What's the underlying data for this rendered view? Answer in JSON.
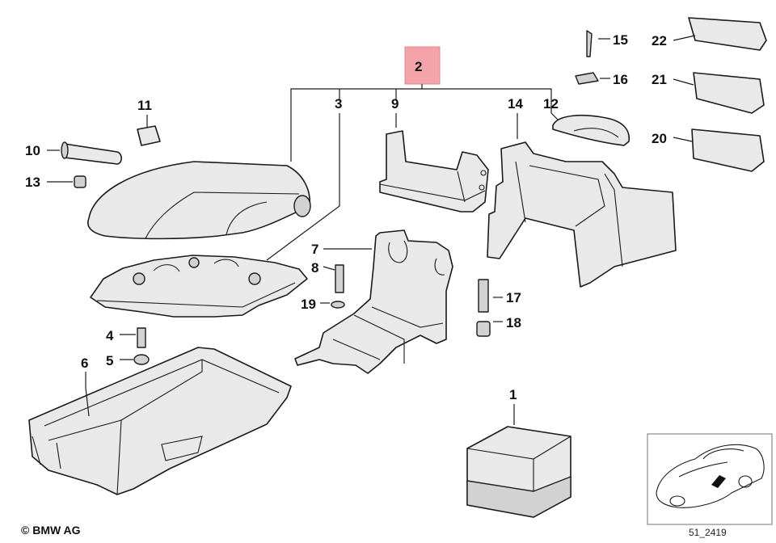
{
  "highlight_color": "#f4a3a8",
  "labels": {
    "l1": "1",
    "l2": "2",
    "l3": "3",
    "l4": "4",
    "l5": "5",
    "l6": "6",
    "l7": "7",
    "l8": "8",
    "l9": "9",
    "l10": "10",
    "l11": "11",
    "l12": "12",
    "l13": "13",
    "l14": "14",
    "l15": "15",
    "l16": "16",
    "l17": "17",
    "l18": "18",
    "l19": "19",
    "l20": "20",
    "l21": "21",
    "l22": "22"
  },
  "footer": {
    "copyright": "© BMW AG",
    "reference": "51_2419"
  }
}
